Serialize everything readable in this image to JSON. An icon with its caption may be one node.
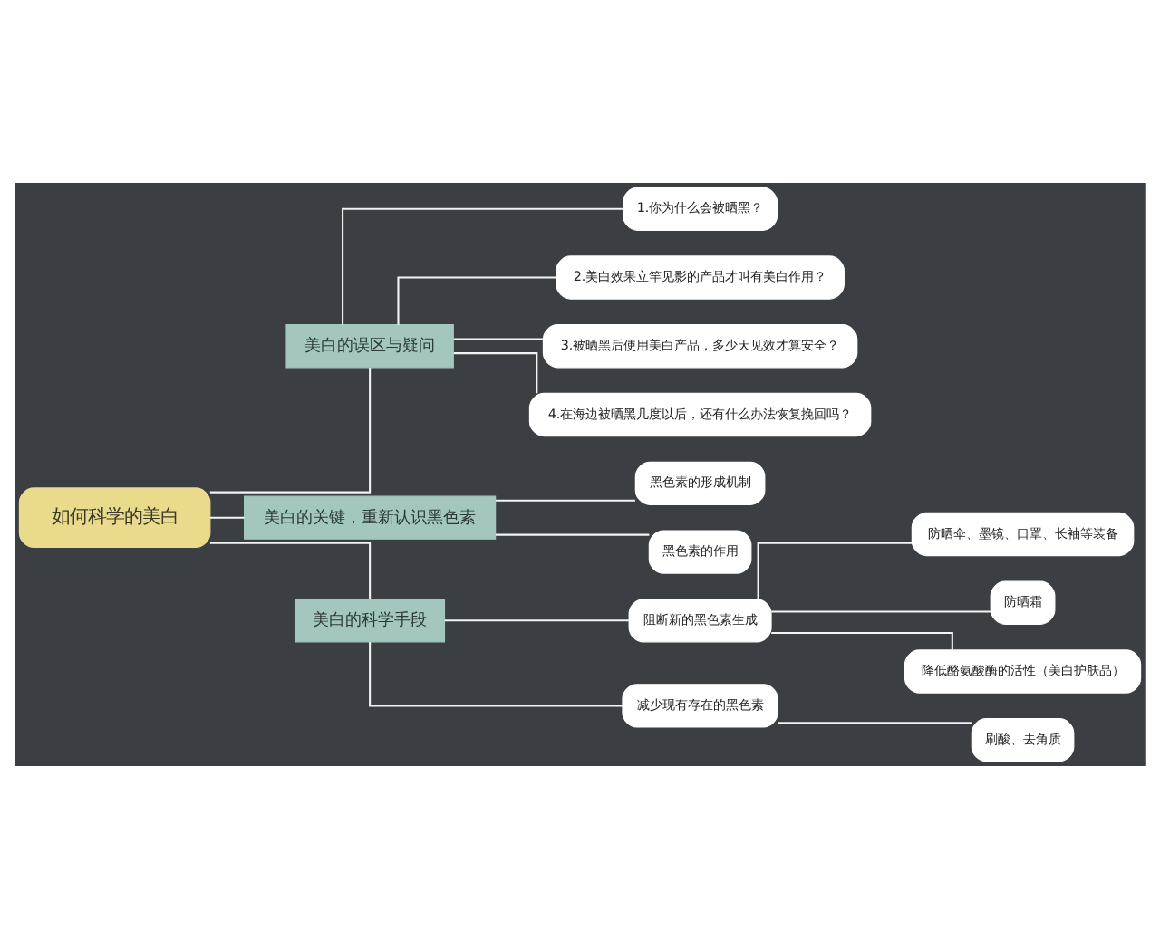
{
  "diagram": {
    "nodes": [
      {
        "text": [
          "如何科学的美白"
        ]
      },
      {
        "text": [
          "美白的误区与疑问"
        ]
      },
      {
        "text": [
          "1.你为什么会被晒黑？"
        ]
      },
      {
        "text": [
          "2.美白效果立竿见影的产品才叫有美白作用？"
        ]
      },
      {
        "text": [
          "3.被晒黑后使用美白产品，多少天见效才算安全？"
        ]
      },
      {
        "text": [
          "4.在海边被晒黑几度以后，还有什么办法恢复挽回吗？"
        ]
      },
      {
        "text": [
          "美白的关键，重新认识黑色素"
        ]
      },
      {
        "text": [
          "黑色素的形成机制"
        ]
      },
      {
        "text": [
          "黑色素的作用"
        ]
      },
      {
        "text": [
          "美白的科学手段"
        ]
      },
      {
        "text": [
          "阻断新的黑色素生成"
        ]
      },
      {
        "text": [
          "防晒伞、墨镜、口罩、长袖等装备"
        ]
      },
      {
        "text": [
          "防晒霜"
        ]
      },
      {
        "text": [
          "降低酪氨酸酶的活性（美白护肤品）"
        ]
      },
      {
        "text": [
          "减少现有存在的黑色素"
        ]
      },
      {
        "text": [
          "刷酸、去角质"
        ]
      }
    ],
    "edges": [
      {
        "from": 0,
        "to": 1,
        "arrow": "none"
      },
      {
        "from": 1,
        "to": 2,
        "arrow": "none"
      },
      {
        "from": 1,
        "to": 3,
        "arrow": "none"
      },
      {
        "from": 1,
        "to": 4,
        "arrow": "none"
      },
      {
        "from": 1,
        "to": 5,
        "arrow": "none"
      },
      {
        "from": 0,
        "to": 6,
        "arrow": "none"
      },
      {
        "from": 6,
        "to": 7,
        "arrow": "none"
      },
      {
        "from": 6,
        "to": 8,
        "arrow": "none"
      },
      {
        "from": 0,
        "to": 9,
        "arrow": "none"
      },
      {
        "from": 9,
        "to": 10,
        "arrow": "none"
      },
      {
        "from": 10,
        "to": 11,
        "arrow": "none"
      },
      {
        "from": 10,
        "to": 12,
        "arrow": "none"
      },
      {
        "from": 10,
        "to": 13,
        "arrow": "none"
      },
      {
        "from": 9,
        "to": 14,
        "arrow": "none"
      },
      {
        "from": 14,
        "to": 15,
        "arrow": "none"
      }
    ]
  }
}
